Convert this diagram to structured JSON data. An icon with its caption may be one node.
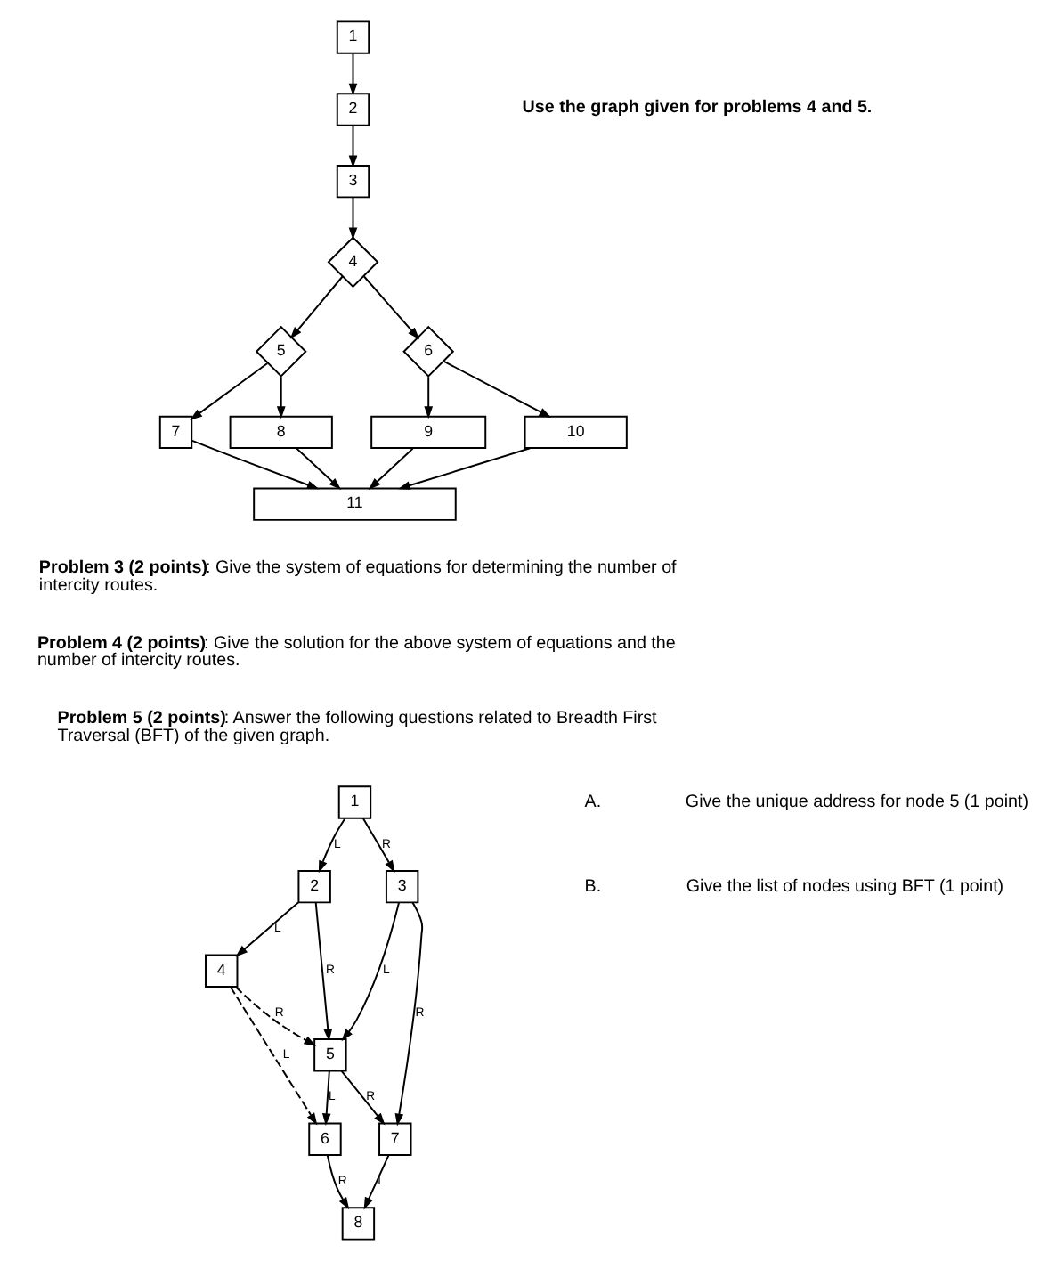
{
  "diagram": {
    "nodes": [
      {
        "text": [
          "1"
        ]
      },
      {
        "text": [
          "2"
        ]
      },
      {
        "text": [
          "3"
        ]
      },
      {
        "text": [
          "4"
        ]
      },
      {
        "text": [
          "5"
        ]
      },
      {
        "text": [
          "6"
        ]
      },
      {
        "text": [
          "7"
        ]
      },
      {
        "text": [
          "8"
        ]
      },
      {
        "text": [
          "9"
        ]
      },
      {
        "text": [
          "10"
        ]
      },
      {
        "text": [
          "11"
        ]
      },
      {
        "text": [
          "1"
        ]
      },
      {
        "text": [
          "2"
        ]
      },
      {
        "text": [
          "3"
        ]
      },
      {
        "text": [
          "4"
        ]
      },
      {
        "text": [
          "5"
        ]
      },
      {
        "text": [
          "6"
        ]
      },
      {
        "text": [
          "7"
        ]
      },
      {
        "text": [
          "8"
        ]
      }
    ],
    "edges": [
      {
        "from": 0,
        "to": 1,
        "arrow": "to"
      },
      {
        "from": 1,
        "to": 2,
        "arrow": "to"
      },
      {
        "from": 2,
        "to": 3,
        "arrow": "to"
      },
      {
        "from": 3,
        "to": 4,
        "arrow": "to"
      },
      {
        "from": 3,
        "to": 5,
        "arrow": "to"
      },
      {
        "from": 4,
        "to": 6,
        "arrow": "to"
      },
      {
        "from": 4,
        "to": 7,
        "arrow": "to"
      },
      {
        "from": 5,
        "to": 8,
        "arrow": "to"
      },
      {
        "from": 5,
        "to": 9,
        "arrow": "to"
      },
      {
        "from": 6,
        "to": 10,
        "arrow": "to"
      },
      {
        "from": 8,
        "to": 10,
        "arrow": "to"
      },
      {
        "from": 7,
        "to": 10,
        "arrow": "to"
      },
      {
        "from": 9,
        "to": 10,
        "arrow": "to"
      },
      {
        "from": 11,
        "to": 12,
        "arrow": "to",
        "label": "L"
      },
      {
        "from": 11,
        "to": 13,
        "arrow": "to",
        "label": "R"
      },
      {
        "from": 12,
        "to": 14,
        "arrow": "to",
        "label": "L"
      },
      {
        "from": 12,
        "to": 15,
        "arrow": "to",
        "label": "R"
      },
      {
        "from": 13,
        "to": 15,
        "arrow": "to",
        "label": "L"
      },
      {
        "from": 13,
        "to": 17,
        "arrow": "to",
        "label": "R"
      },
      {
        "from": 14,
        "to": 15,
        "arrow": "to",
        "label": "R",
        "style": "dashed"
      },
      {
        "from": 14,
        "to": 16,
        "arrow": "to",
        "label": "L",
        "style": "dashed"
      },
      {
        "from": 15,
        "to": 16,
        "arrow": "to",
        "label": "L"
      },
      {
        "from": 15,
        "to": 17,
        "arrow": "to",
        "label": "R"
      },
      {
        "from": 16,
        "to": 18,
        "arrow": "to",
        "label": "R"
      },
      {
        "from": 17,
        "to": 18,
        "arrow": "to",
        "label": "L"
      }
    ],
    "labels": [
      "**Use the graph given for problems 4 and 5.**",
      "**Problem 3 (2 points)**: Give the system of equations for determining the number of intercity routes.",
      "**Problem 4 (2 points)**: Give the solution for the above system of equations and the number of intercity routes.",
      "**Problem 5 (2 points)**: Answer the following questions related to Breadth First Traversal (BFT) of the given graph.",
      "A.",
      "Give the unique address for node 5 (1 point)",
      "B.",
      "Give the list of nodes using BFT (1 point)"
    ]
  }
}
